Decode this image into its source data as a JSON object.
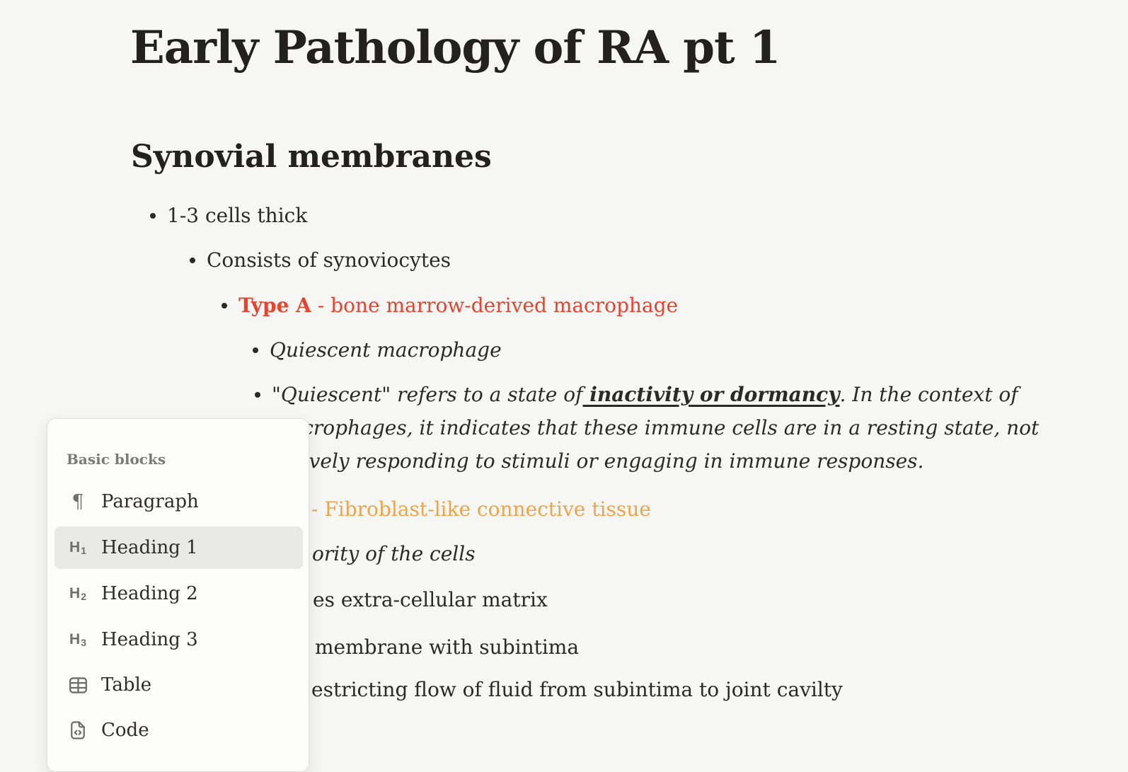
{
  "colors": {
    "text": "#2a2a2a",
    "red": "#e8432d",
    "orange": "#f0a347",
    "muted_label": "#7a7a78",
    "row_highlight": "#e9e9e7",
    "background": "#f6f6f4"
  },
  "document": {
    "title": "Early Pathology of RA pt 1",
    "section_heading": "Synovial membranes",
    "bullets": {
      "item1": "1-3 cells thick",
      "item2": "Consists of synoviocytes",
      "type_a": {
        "label": "Type A",
        "rest": " - bone marrow-derived macrophage"
      },
      "quiescent": "Quiescent macrophage",
      "quote": {
        "line1_pre": "\"Quiescent\" refers to a state of",
        "line1_emphasis": " inactivity or dormancy",
        "line1_post": ". In the context of",
        "line2": "macrophages, it indicates that these immune cells are in a resting state, not",
        "line3": "actively responding to stimuli or engaging in immune responses."
      },
      "partial_lines": {
        "fibroblast": "- Fibroblast-like connective tissue",
        "majority": "ority of the cells",
        "matrix": "es extra-cellular matrix",
        "membrane": "membrane with subintima",
        "restricting": "estricting flow of fluid from subintima to joint cavilty"
      }
    }
  },
  "popup": {
    "section_label": "Basic blocks",
    "items": [
      {
        "label": "Paragraph",
        "icon": "pilcrow-icon",
        "glyph": "¶"
      },
      {
        "label": "Heading 1",
        "icon": "h1-icon",
        "icon_text": "H",
        "icon_sub": "1",
        "active": true
      },
      {
        "label": "Heading 2",
        "icon": "h2-icon",
        "icon_text": "H",
        "icon_sub": "2"
      },
      {
        "label": "Heading 3",
        "icon": "h3-icon",
        "icon_text": "H",
        "icon_sub": "3"
      },
      {
        "label": "Table",
        "icon": "table-icon"
      },
      {
        "label": "Code",
        "icon": "code-icon"
      }
    ]
  }
}
